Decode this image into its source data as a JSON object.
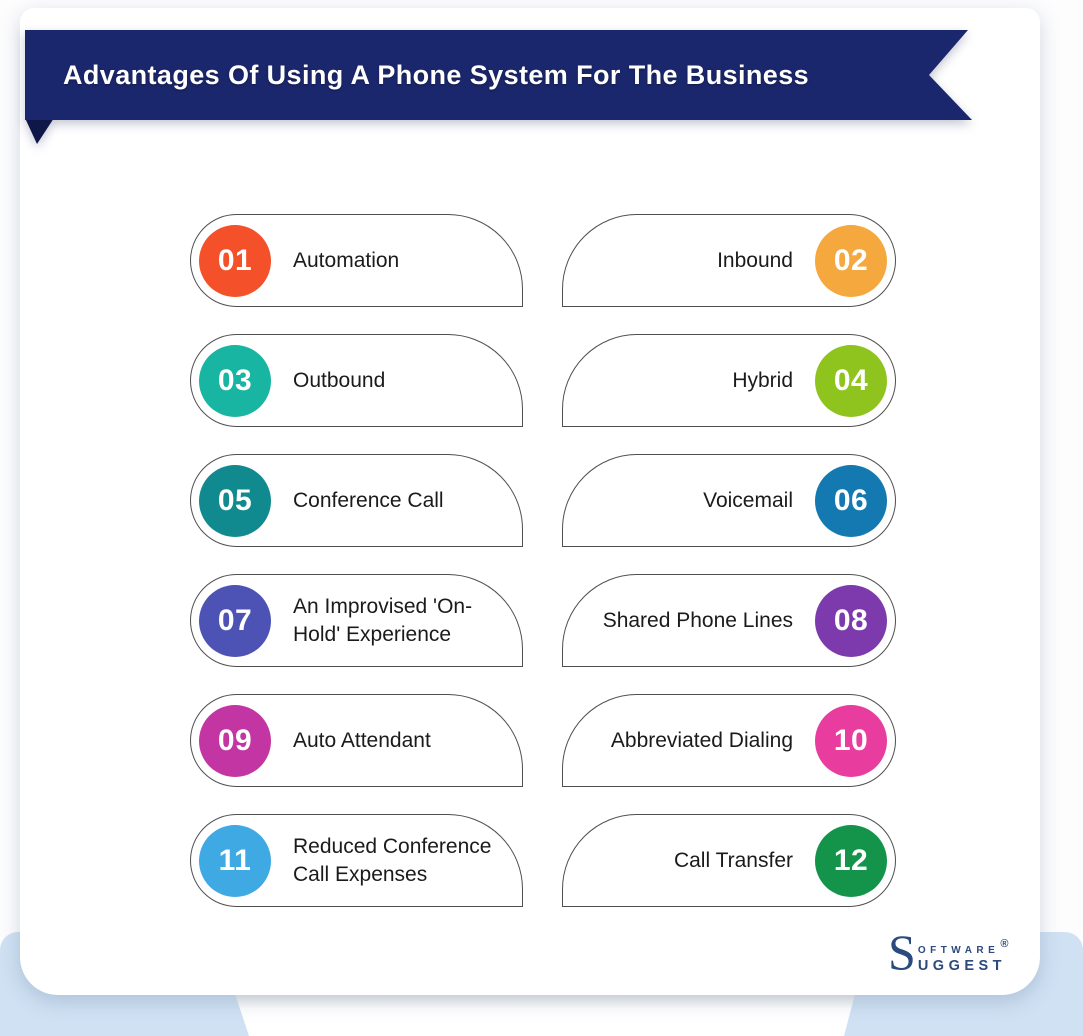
{
  "header": {
    "title": "Advantages Of Using A Phone System For The Business",
    "ribbon_color": "#1b276c",
    "ribbon_fold_color": "#0e1747"
  },
  "background": {
    "card_color": "#ffffff",
    "lower_band_color": "#cfe1f3"
  },
  "columns": {
    "left": [
      {
        "number": "01",
        "label": "Automation",
        "color": "#f4502a"
      },
      {
        "number": "03",
        "label": "Outbound",
        "color": "#18b5a3"
      },
      {
        "number": "05",
        "label": "Conference Call",
        "color": "#108a8e"
      },
      {
        "number": "07",
        "label": "An Improvised 'On-Hold' Experience",
        "color": "#4d53b5"
      },
      {
        "number": "09",
        "label": "Auto Attendant",
        "color": "#c335a2"
      },
      {
        "number": "11",
        "label": "Reduced Conference Call Expenses",
        "color": "#3fa9e3"
      }
    ],
    "right": [
      {
        "number": "02",
        "label": "Inbound",
        "color": "#f5a83e"
      },
      {
        "number": "04",
        "label": "Hybrid",
        "color": "#8fc41f"
      },
      {
        "number": "06",
        "label": "Voicemail",
        "color": "#1379b0"
      },
      {
        "number": "08",
        "label": "Shared Phone Lines",
        "color": "#7c3aac"
      },
      {
        "number": "10",
        "label": "Abbreviated Dialing",
        "color": "#e93c9f"
      },
      {
        "number": "12",
        "label": "Call Transfer",
        "color": "#14944a"
      }
    ]
  },
  "logo": {
    "big_s": "S",
    "line1": "oftware",
    "registered": "®",
    "line2": "uggest",
    "color": "#2b4a7d"
  }
}
